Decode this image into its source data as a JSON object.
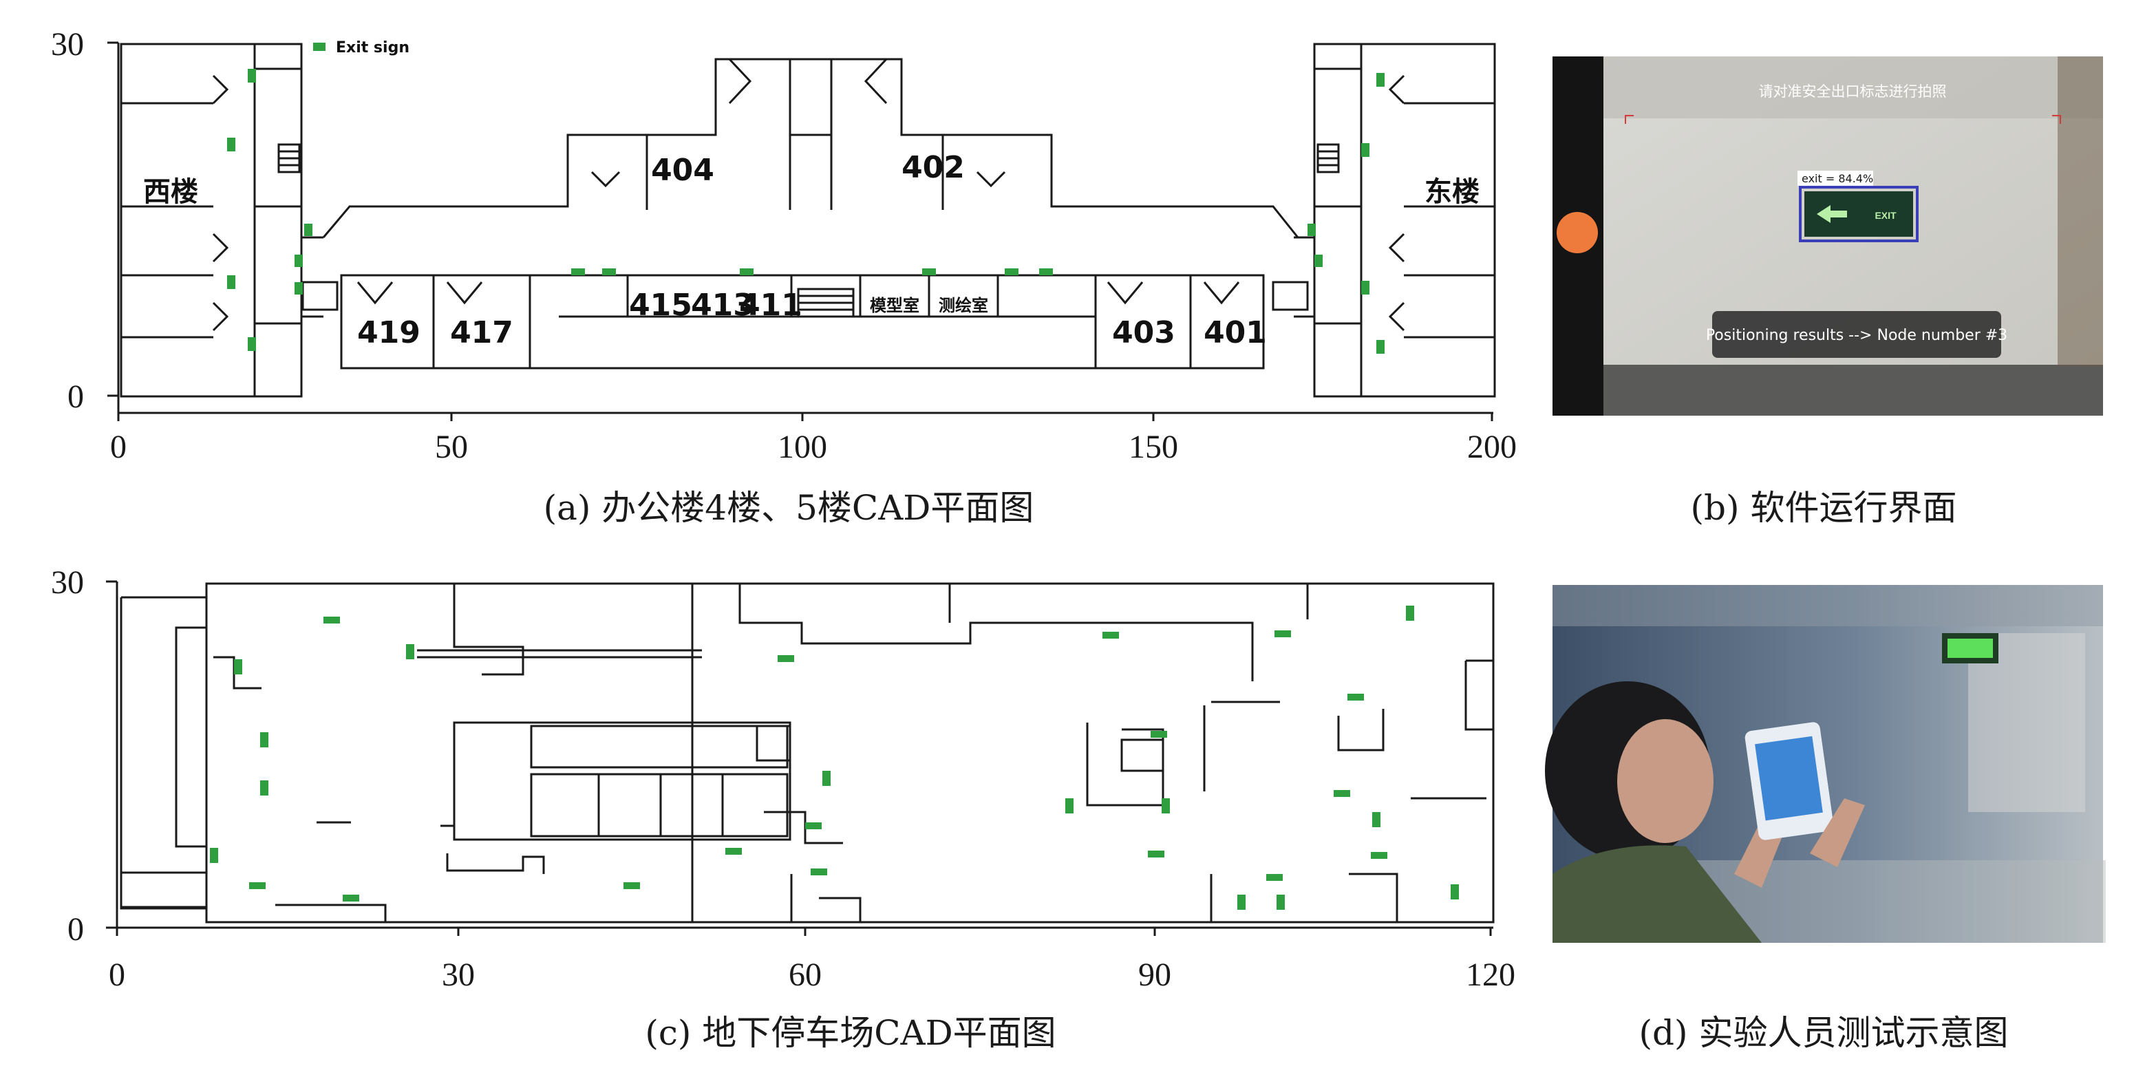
{
  "colors": {
    "exit_sign": "#2e9e3f",
    "record_button": "#ee7b3c",
    "detect_box": "#3a3fb8"
  },
  "panel_a": {
    "caption": "(a) 办公楼4楼、5楼CAD平面图",
    "y_ticks": [
      "30",
      "0"
    ],
    "x_ticks": [
      "0",
      "50",
      "100",
      "150",
      "200"
    ],
    "legend": "Exit sign",
    "west_building": "西楼",
    "east_building": "东楼",
    "rooms": [
      "404",
      "402",
      "419",
      "417",
      "415",
      "413",
      "411",
      "模型室",
      "测绘室",
      "403",
      "401"
    ]
  },
  "panel_b": {
    "caption": "(b) 软件运行界面",
    "instruction": "请对准安全出口标志进行拍照",
    "detection_label": "exit = 84.4%",
    "sign_text": "EXIT",
    "result": "Positioning results --> Node number #3"
  },
  "panel_c": {
    "caption": "(c) 地下停车场CAD平面图",
    "y_ticks": [
      "30",
      "0"
    ],
    "x_ticks": [
      "0",
      "30",
      "60",
      "90",
      "120"
    ]
  },
  "panel_d": {
    "caption": "(d) 实验人员测试示意图"
  }
}
